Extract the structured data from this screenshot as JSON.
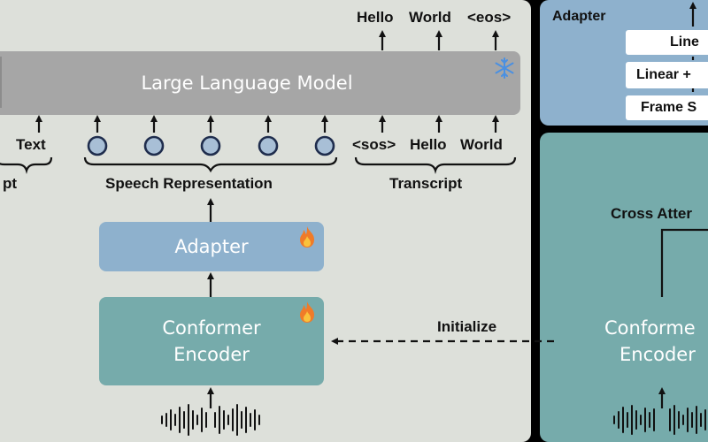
{
  "llm": {
    "label": "Large Language Model"
  },
  "outputs": [
    "Hello",
    "World",
    "<eos>"
  ],
  "inputs": {
    "prompt_word": "Text",
    "prompt_brace": "pt",
    "speech_brace": "Speech Representation",
    "transcript_tokens": [
      "<sos>",
      "Hello",
      "World"
    ],
    "transcript_brace": "Transcript"
  },
  "adapter": {
    "label": "Adapter"
  },
  "encoder": {
    "label_line1": "Conformer",
    "label_line2": "Encoder"
  },
  "initialize": {
    "label": "Initialize"
  },
  "right_adapter": {
    "title": "Adapter",
    "rows": [
      "Line",
      "Linear +",
      "Frame S"
    ]
  },
  "right_encoder": {
    "cross_attention": "Cross Atter",
    "label_line1": "Conforme",
    "label_line2": "Encoder"
  },
  "colors": {
    "panel_bg": "#dde0da",
    "llm_box": "#a6a6a6",
    "adapter_box": "#8eb1cd",
    "encoder_box": "#76abab",
    "circle_stroke": "#1f2d4d",
    "snowflake": "#4a90e2",
    "fire": "#f07b28"
  },
  "icons": [
    "snowflake-icon",
    "fire-icon",
    "waveform-icon"
  ]
}
